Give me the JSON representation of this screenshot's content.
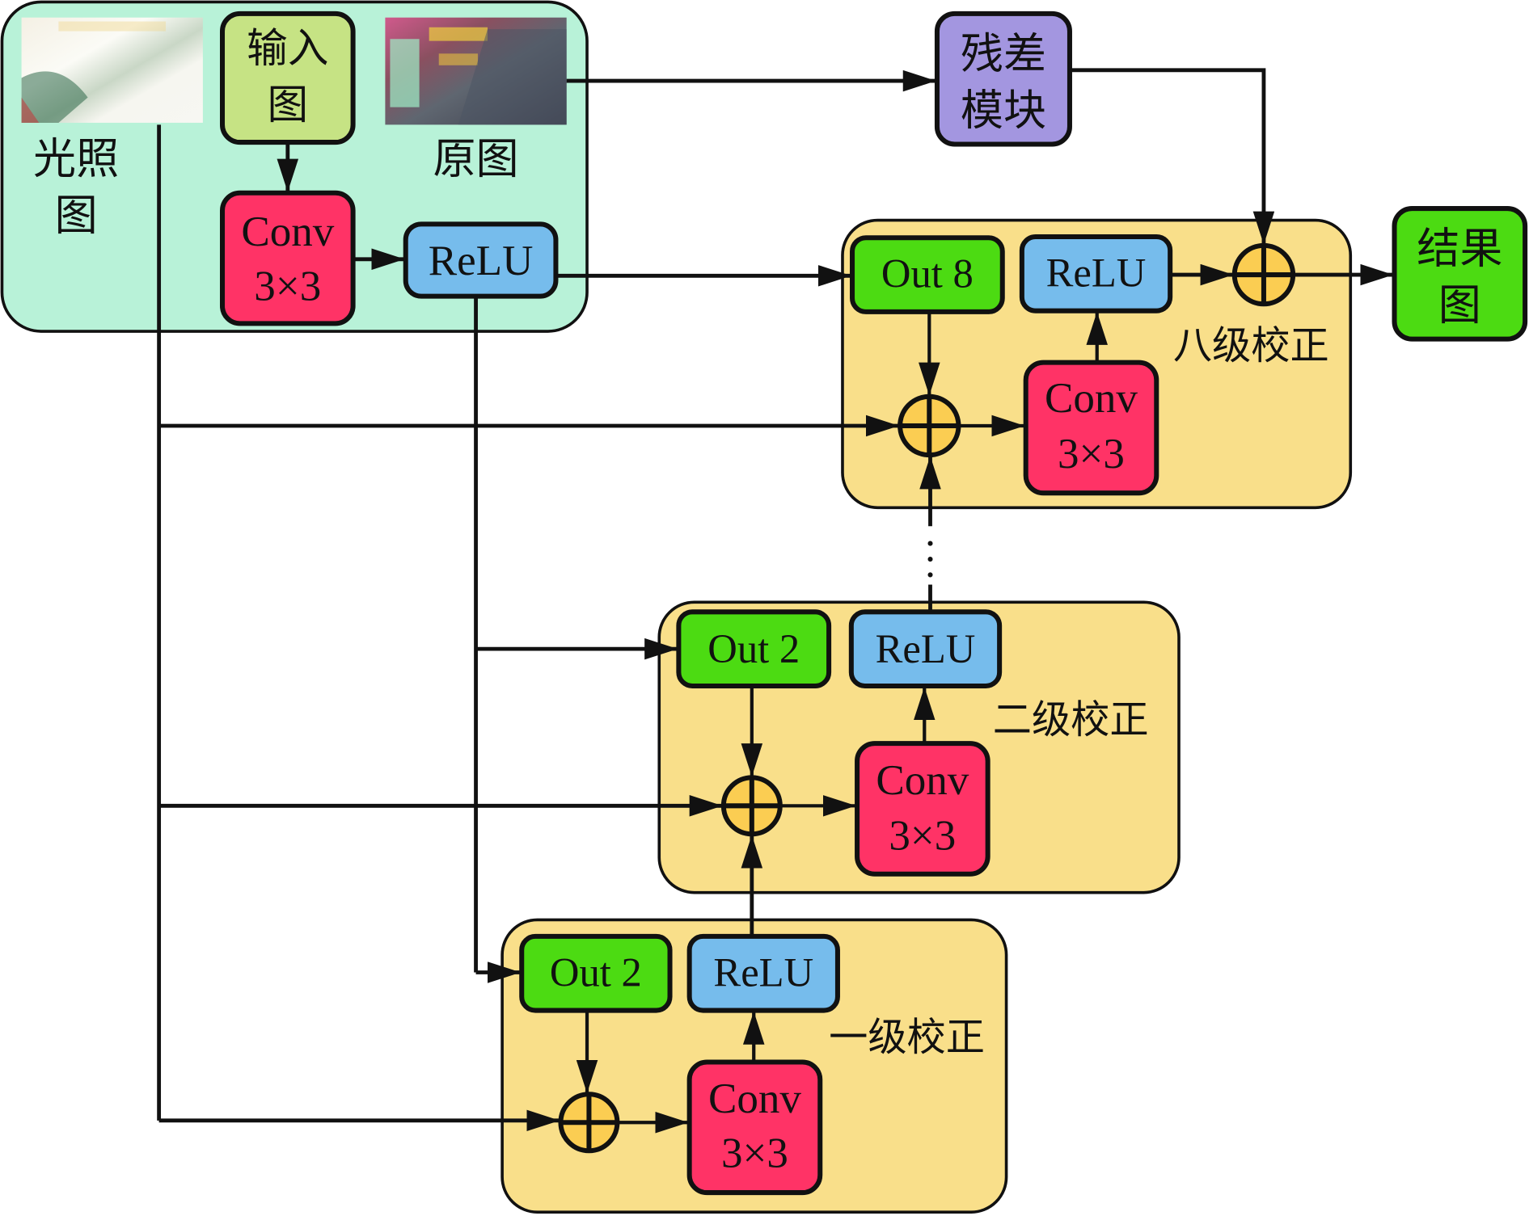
{
  "colors": {
    "input_panel": "#b8f2d8",
    "stage_panel": "#f9df8a",
    "input_box": "#c6e384",
    "conv_box": "#ff3366",
    "relu_box": "#76bcec",
    "out_box": "#4cdb12",
    "residual_box": "#a396e0",
    "result_box": "#4cdb12",
    "sum_node": "#fbcd52",
    "stroke": "#111111"
  },
  "input_panel": {
    "illumination_label_line1": "光照",
    "illumination_label_line2": "图",
    "original_label": "原图",
    "input_box_line1": "输入",
    "input_box_line2": "图",
    "conv_line1": "Conv",
    "conv_line2": "3×3",
    "relu": "ReLU"
  },
  "residual_box": {
    "line1": "残差",
    "line2": "模块"
  },
  "result_box": {
    "line1": "结果",
    "line2": "图"
  },
  "stages": [
    {
      "title": "一级校正",
      "out": "Out 2",
      "relu": "ReLU",
      "conv_line1": "Conv",
      "conv_line2": "3×3"
    },
    {
      "title": "二级校正",
      "out": "Out 2",
      "relu": "ReLU",
      "conv_line1": "Conv",
      "conv_line2": "3×3"
    },
    {
      "title": "八级校正",
      "out": "Out 8",
      "relu": "ReLU",
      "conv_line1": "Conv",
      "conv_line2": "3×3"
    }
  ],
  "sum_symbol": "⊕"
}
